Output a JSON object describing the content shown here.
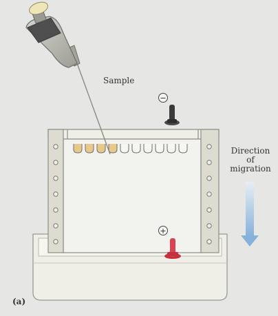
{
  "labels": {
    "sample": "Sample",
    "direction_line1": "Direction",
    "direction_line2": "of",
    "direction_line3": "migration",
    "panel": "(a)",
    "cathode_sign": "−",
    "anode_sign": "+"
  },
  "colors": {
    "background": "#e6e7e4",
    "tank": "#efeee7",
    "gel": "#f2f2ee",
    "spacer": "#dedbd0",
    "cathode": "#3a3a3a",
    "anode": "#d94452",
    "loaded_well": "#e8c98a",
    "arrow": "#9dc1e2",
    "pipette_barrel": "#b9b9b3",
    "pipette_plunger": "#555555",
    "pipette_cap": "#efe6b8"
  },
  "wells": {
    "count": 10,
    "loaded": 4
  }
}
